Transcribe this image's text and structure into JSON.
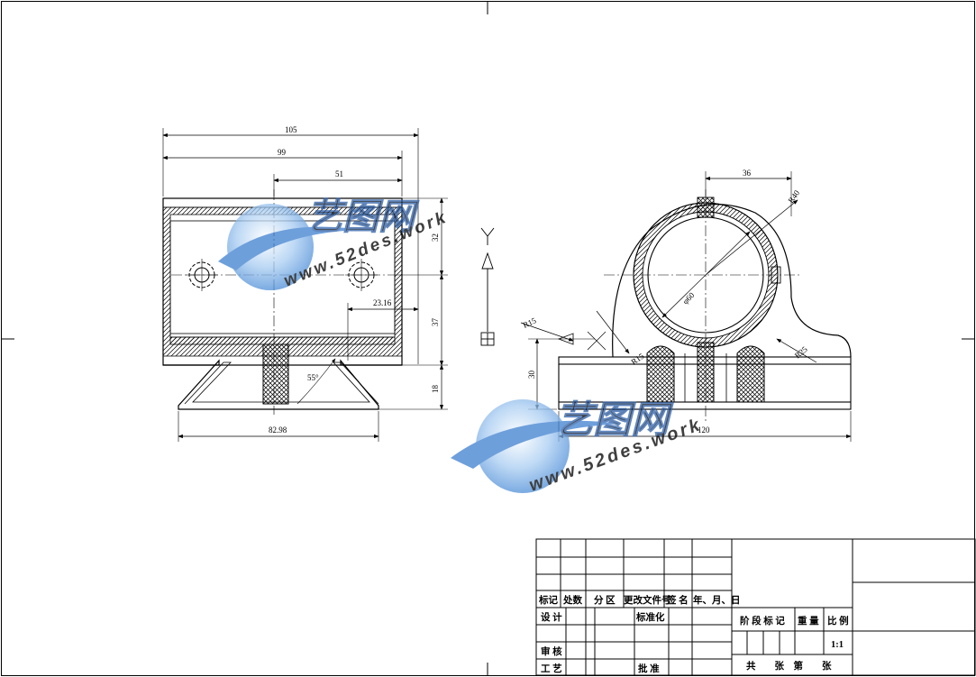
{
  "drawing": {
    "front_view": {
      "dims": {
        "w105": "105",
        "w99": "99",
        "w51": "51",
        "h32": "32",
        "h37": "37",
        "h18": "18",
        "d23": "23.16",
        "angle": "55°",
        "base": "82.98"
      }
    },
    "side_view": {
      "dims": {
        "w36": "36",
        "r40": "R40",
        "phi60": "φ60",
        "r15a": "R15",
        "r15b": "R15",
        "r25": "R25",
        "h30": "30",
        "base120": "120"
      }
    }
  },
  "watermark": {
    "logo_text": "艺图网",
    "url_text": "www.52des.work"
  },
  "title_block": {
    "header": [
      "标记",
      "处数",
      "分 区",
      "更改文件号",
      "签 名",
      "年、月、日"
    ],
    "design": "设 计",
    "standardize": "标准化",
    "review": "审 核",
    "process": "工 艺",
    "approve": "批 准",
    "stage_mark": "阶 段 标 记",
    "weight": "重 量",
    "scale": "比 例",
    "scale_value": "1:1",
    "sheets": "共　　张　第　　张"
  }
}
